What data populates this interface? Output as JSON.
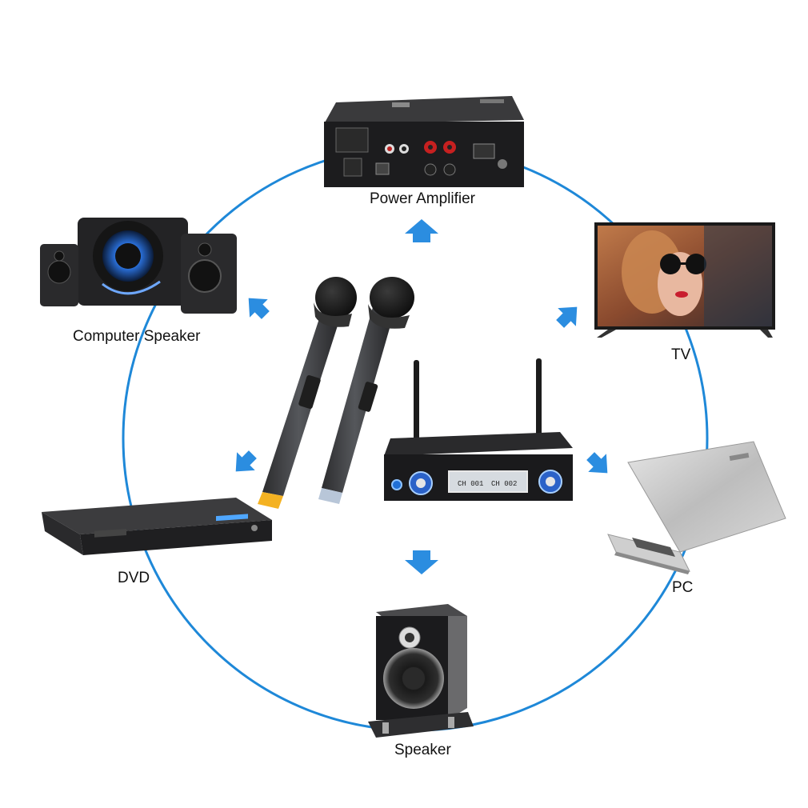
{
  "diagram": {
    "center_device": "wireless-microphone-system",
    "center_display": {
      "channel_1": "CH 001",
      "channel_2": "CH 002"
    },
    "colors": {
      "ring": "#1e88d8",
      "arrow": "#2b8de0",
      "device_dark": "#2a2a2c"
    },
    "nodes": [
      {
        "id": "power-amplifier",
        "label": "Power Amplifier"
      },
      {
        "id": "computer-speaker",
        "label": "Computer Speaker"
      },
      {
        "id": "tv",
        "label": "TV"
      },
      {
        "id": "dvd",
        "label": "DVD"
      },
      {
        "id": "pc",
        "label": "PC"
      },
      {
        "id": "speaker",
        "label": "Speaker"
      }
    ]
  }
}
